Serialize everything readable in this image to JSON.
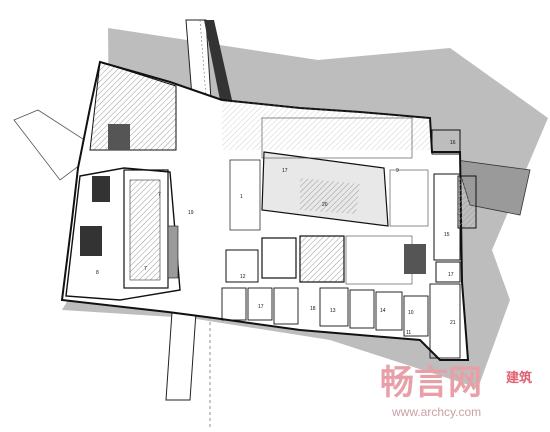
{
  "room_labels": [
    {
      "id": "r7a",
      "text": "7"
    },
    {
      "id": "r19",
      "text": "19"
    },
    {
      "id": "r17a",
      "text": "17"
    },
    {
      "id": "r20",
      "text": "20"
    },
    {
      "id": "r9",
      "text": "9"
    },
    {
      "id": "r16",
      "text": "16"
    },
    {
      "id": "r15",
      "text": "15"
    },
    {
      "id": "r17b",
      "text": "17"
    },
    {
      "id": "r21",
      "text": "21"
    },
    {
      "id": "r12",
      "text": "12"
    },
    {
      "id": "r13",
      "text": "13"
    },
    {
      "id": "r14",
      "text": "14"
    },
    {
      "id": "r17c",
      "text": "17"
    },
    {
      "id": "r18",
      "text": "18"
    },
    {
      "id": "r1",
      "text": "1"
    },
    {
      "id": "r8",
      "text": "8"
    },
    {
      "id": "r7b",
      "text": "7"
    },
    {
      "id": "r11",
      "text": "11"
    },
    {
      "id": "r10",
      "text": "10"
    }
  ],
  "watermark": {
    "main": "畅言网",
    "side": "建筑",
    "url": "www.archcy.com"
  },
  "colors": {
    "site": "#bdbdbd",
    "wall": "#222222",
    "floor": "#ffffff",
    "hatch": "#9a9a9a",
    "watermark": "#e8a0a8"
  }
}
